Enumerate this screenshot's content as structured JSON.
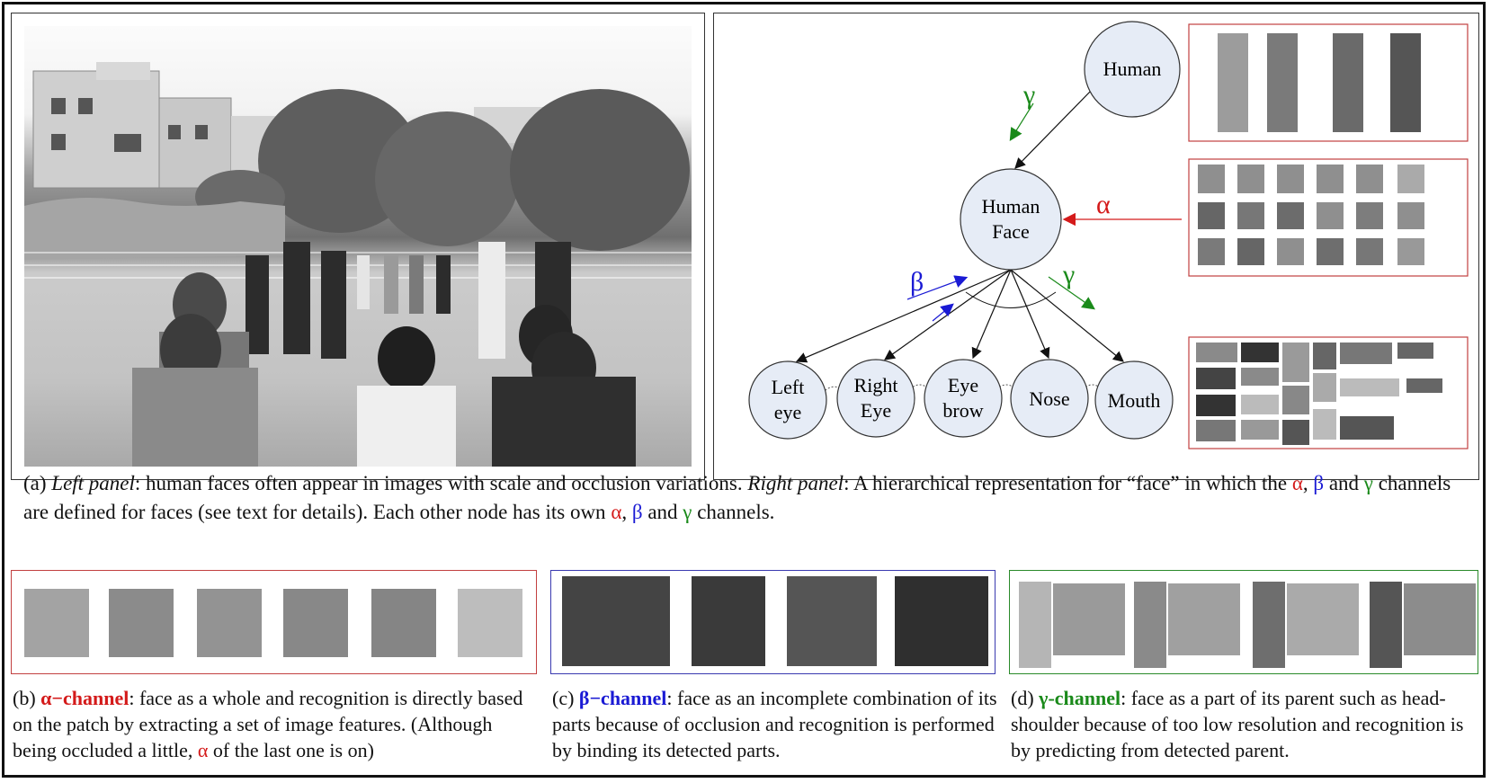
{
  "diagram": {
    "nodes": {
      "human": "Human",
      "face_line1": "Human",
      "face_line2": "Face",
      "left_eye_line1": "Left",
      "left_eye_line2": "eye",
      "right_eye_line1": "Right",
      "right_eye_line2": "Eye",
      "eyebrow_line1": "Eye",
      "eyebrow_line2": "brow",
      "nose": "Nose",
      "mouth": "Mouth"
    },
    "symbols": {
      "alpha": "α",
      "beta": "β",
      "gamma": "γ"
    }
  },
  "caption_a": {
    "label": "(a) ",
    "left_panel": "Left panel",
    "text1": ": human faces often appear in images with scale and occlusion variations.  ",
    "right_panel": "Right panel",
    "text2": ": A hierarchical representation for “face” in which the ",
    "alpha": "α",
    "comma": ", ",
    "beta": "β",
    "and": " and ",
    "gamma": "γ",
    "text3": " channels  are defined for faces (see text for details). Each other node has its own ",
    "alpha2": "α",
    "comma2": ", ",
    "beta2": "β",
    "and2": " and ",
    "gamma2": "γ",
    "text4": " channels."
  },
  "caption_b": {
    "label": "(b) ",
    "channel": "α−channel",
    "text": ": face as a whole and recognition is directly based on the patch by extracting a set of image features. (Although being occluded a little, ",
    "alpha": "α",
    "text2": " of the last one is on)"
  },
  "caption_c": {
    "label": "(c) ",
    "channel": "β−channel",
    "text": ": face as an incomplete combination of its parts because of occlusion and recognition is performed by binding its detected parts."
  },
  "caption_d": {
    "label": "(d) ",
    "channel": "γ-channel",
    "text": ": face as a part of its parent such as head-shoulder because of too low resolution and recognition is by predicting from detected parent."
  },
  "colors": {
    "alpha": "#d41a1a",
    "beta": "#1a1ad4",
    "gamma": "#1a8a1a",
    "node_fill": "#e6ecf6"
  }
}
